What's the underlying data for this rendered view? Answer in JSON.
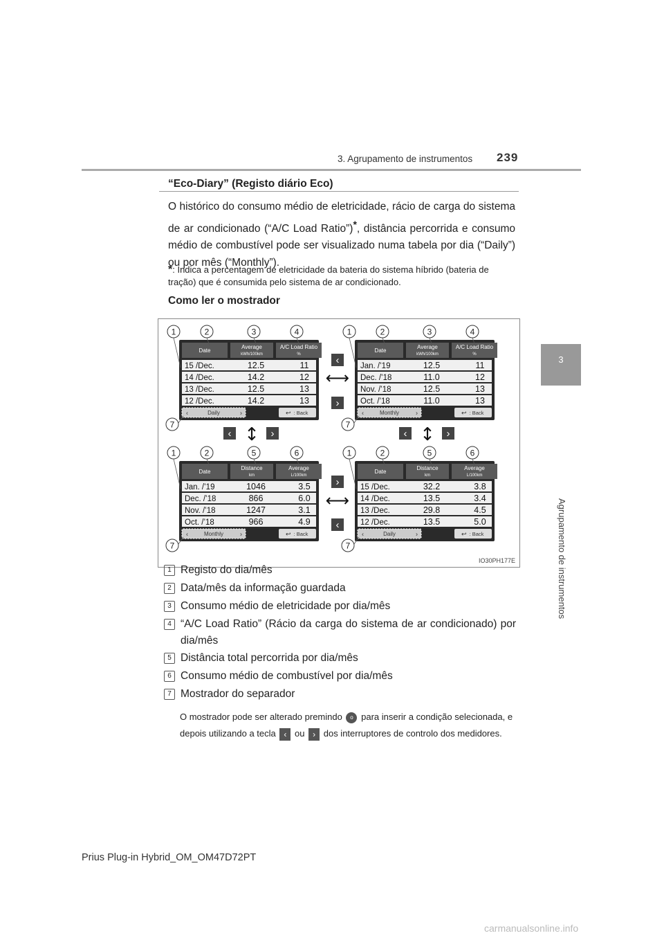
{
  "header": {
    "section": "3. Agrupamento de instrumentos",
    "page_number": "239"
  },
  "side_tab": {
    "number": "3",
    "label": "Agrupamento de instrumentos"
  },
  "section_title": "“Eco-Diary” (Registo diário Eco)",
  "paragraph_a": "O histórico do consumo médio de eletricidade, rácio de carga do sistema de ar condicionado (“A/C Load Ratio”)",
  "paragraph_star": "*",
  "paragraph_b": ", distância percorrida e consumo médio de combustível pode ser visualizado numa tabela por dia (“Daily”) ou por mês (“Monthly”).",
  "footnote_star": "*",
  "footnote": ": Indica a percentagem de eletricidade da bateria do sistema híbrido (bateria de tração) que é consumida pelo sistema de ar condicionado.",
  "how_to_read": "Como ler o mostrador",
  "figure_code": "IO30PH177E",
  "panels": [
    {
      "headers": [
        "Date",
        "Average",
        "A/C Load Ratio"
      ],
      "units": [
        "",
        "kWh/100km",
        "%"
      ],
      "rows": [
        [
          "15 /Dec.",
          "12.5",
          "11"
        ],
        [
          "14 /Dec.",
          "14.2",
          "12"
        ],
        [
          "13 /Dec.",
          "12.5",
          "13"
        ],
        [
          "12 /Dec.",
          "14.2",
          "13"
        ]
      ],
      "tab": "Daily",
      "back": ": Back",
      "callouts": [
        "1",
        "2",
        "3",
        "4"
      ]
    },
    {
      "headers": [
        "Date",
        "Average",
        "A/C Load Ratio"
      ],
      "units": [
        "",
        "kWh/100km",
        "%"
      ],
      "rows": [
        [
          "Jan. /’19",
          "12.5",
          "11"
        ],
        [
          "Dec. /’18",
          "11.0",
          "12"
        ],
        [
          "Nov. /’18",
          "12.5",
          "13"
        ],
        [
          "Oct. /’18",
          "11.0",
          "13"
        ]
      ],
      "tab": "Monthly",
      "back": ": Back",
      "callouts": [
        "1",
        "2",
        "3",
        "4"
      ]
    },
    {
      "headers": [
        "Date",
        "Distance",
        "Average"
      ],
      "units": [
        "",
        "km",
        "L/100km"
      ],
      "rows": [
        [
          "Jan. /’19",
          "1046",
          "3.5"
        ],
        [
          "Dec. /’18",
          "866",
          "6.0"
        ],
        [
          "Nov. /’18",
          "1247",
          "3.1"
        ],
        [
          "Oct. /’18",
          "966",
          "4.9"
        ]
      ],
      "tab": "Monthly",
      "back": ": Back",
      "callouts": [
        "1",
        "2",
        "5",
        "6"
      ]
    },
    {
      "headers": [
        "Date",
        "Distance",
        "Average"
      ],
      "units": [
        "",
        "km",
        "L/100km"
      ],
      "rows": [
        [
          "15 /Dec.",
          "32.2",
          "3.8"
        ],
        [
          "14 /Dec.",
          "13.5",
          "3.4"
        ],
        [
          "13 /Dec.",
          "29.8",
          "4.5"
        ],
        [
          "12 /Dec.",
          "13.5",
          "5.0"
        ]
      ],
      "tab": "Daily",
      "back": ": Back",
      "callouts": [
        "1",
        "2",
        "5",
        "6"
      ]
    }
  ],
  "separator_callout": "7",
  "legend": [
    {
      "n": "1",
      "text": "Registo do dia/mês"
    },
    {
      "n": "2",
      "text": "Data/mês da informação guardada"
    },
    {
      "n": "3",
      "text": "Consumo médio de eletricidade por dia/mês"
    },
    {
      "n": "4",
      "text": "“A/C Load Ratio” (Rácio da carga do sistema de ar condicionado) por dia/mês"
    },
    {
      "n": "5",
      "text": "Distância total percorrida por dia/mês"
    },
    {
      "n": "6",
      "text": "Consumo médio de combustível por dia/mês"
    },
    {
      "n": "7",
      "text": "Mostrador do separador"
    }
  ],
  "final_note": {
    "a": "O mostrador pode ser alterado premindo",
    "ok_glyph": "o",
    "b": "para inserir a condição selecionada, e depois utilizando a tecla",
    "left_glyph": "‹",
    "c": "ou",
    "right_glyph": "›",
    "d": "dos interruptores de controlo dos medidores."
  },
  "footer": "Prius Plug-in Hybrid_OM_OM47D72PT",
  "watermark": "carmanualsonline.info",
  "colors": {
    "screen_bg": "#2a2a2a",
    "header_bg": "#5a5a5a",
    "row_bg": "#f0f0f0",
    "side_tab": "#999999"
  }
}
